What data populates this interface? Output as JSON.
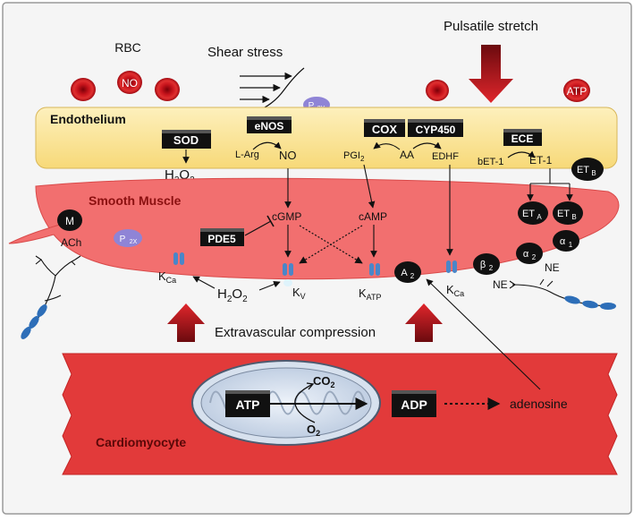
{
  "labels": {
    "rbc": "RBC",
    "no_cell": "NO",
    "shear_stress": "Shear stress",
    "pulsatile_stretch": "Pulsatile stretch",
    "atp_cell": "ATP",
    "p2y_main": "P",
    "p2y_sub": "2Y",
    "endothelium": "Endothelium",
    "smooth_muscle": "Smooth Muscle",
    "cardiomyocyte": "Cardiomyocyte",
    "extravascular": "Extravascular compression",
    "adenosine": "adenosine"
  },
  "enzymes": {
    "sod": "SOD",
    "enos": "eNOS",
    "cox": "COX",
    "cyp450": "CYP450",
    "ece": "ECE",
    "pde5": "PDE5",
    "atp_box": "ATP",
    "adp_box": "ADP"
  },
  "molecules": {
    "l_arg": "L-Arg",
    "no": "NO",
    "h2o2_top_main": "H",
    "h2o2_top_sub": "2",
    "h2o2_top_end": "O",
    "h2o2_top_sub2": "2",
    "pgi_main": "PGI",
    "pgi_sub": "2",
    "aa": "AA",
    "edhf": "EDHF",
    "bet1": "bET-1",
    "et1": "ET-1",
    "cgmp": "cGMP",
    "camp": "cAMP",
    "h2o2_mid_main": "H",
    "h2o2_mid_sub": "2",
    "h2o2_mid_end": "O",
    "h2o2_mid_sub2": "2",
    "ach": "ACh",
    "ne_left": "NE",
    "ne_right": "NE",
    "co2_main": "CO",
    "co2_sub": "2",
    "o2_main": "O",
    "o2_sub": "2"
  },
  "receptors": {
    "etb_top_main": "ET",
    "etb_top_sub": "B",
    "eta_main": "ET",
    "eta_sub": "A",
    "etb_main": "ET",
    "etb_sub": "B",
    "m": "M",
    "p2x_main": "P",
    "p2x_sub": "2X",
    "a2_main": "A",
    "a2_sub": "2",
    "beta2_main": "β",
    "beta2_sub": "2",
    "alpha2_main": "α",
    "alpha2_sub": "2",
    "alpha1_main": "α",
    "alpha1_sub": "1"
  },
  "channels": {
    "kca_left_main": "K",
    "kca_left_sub": "Ca",
    "kv_main": "K",
    "kv_sub": "V",
    "katp_main": "K",
    "katp_sub": "ATP",
    "kca_right_main": "K",
    "kca_right_sub": "Ca"
  },
  "colors": {
    "endothelium": "#fce9a6",
    "smooth_muscle": "#f26f6f",
    "cardiomyocyte": "#e23a3a",
    "rbc": "#c8141c",
    "receptor": "#111111",
    "p2": "#8f84d6",
    "channel": "#4a86c8",
    "arrow_red": "#b3141a"
  }
}
